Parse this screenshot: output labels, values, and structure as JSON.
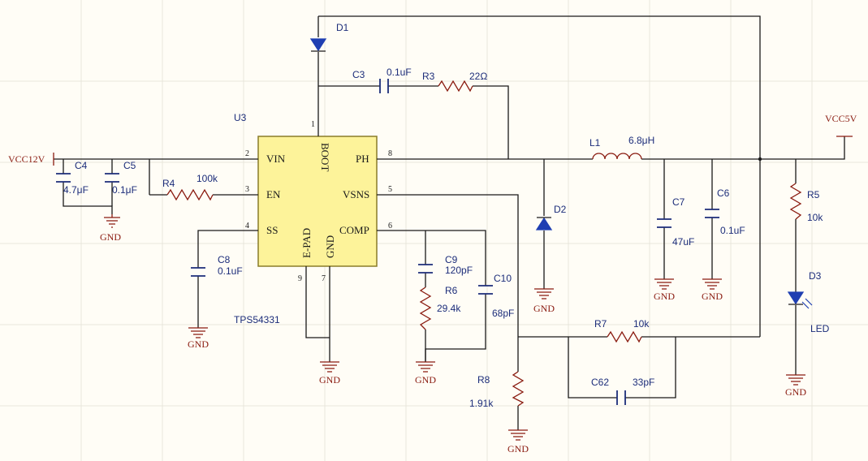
{
  "ic": {
    "ref": "U3",
    "part": "TPS54331",
    "pins": {
      "vin": "VIN",
      "en": "EN",
      "ss": "SS",
      "boot": "BOOT",
      "ph": "PH",
      "vsns": "VSNS",
      "comp": "COMP",
      "epad": "E-PAD",
      "gnd": "GND"
    },
    "pin_numbers": {
      "p1": "1",
      "p2": "2",
      "p3": "3",
      "p4": "4",
      "p5": "5",
      "p6": "6",
      "p7": "7",
      "p8": "8",
      "p9": "9"
    }
  },
  "nets": {
    "vcc12": "VCC12V",
    "vcc5": "VCC5V",
    "gnd": "GND"
  },
  "components": {
    "d1": {
      "ref": "D1"
    },
    "d2": {
      "ref": "D2"
    },
    "d3": {
      "ref": "D3",
      "value": "LED"
    },
    "c3": {
      "ref": "C3",
      "value": "0.1uF"
    },
    "r3": {
      "ref": "R3",
      "value": "22Ω"
    },
    "c4": {
      "ref": "C4",
      "value": "4.7μF"
    },
    "c5": {
      "ref": "C5",
      "value": "0.1μF"
    },
    "r4": {
      "ref": "R4",
      "value": "100k"
    },
    "c8": {
      "ref": "C8",
      "value": "0.1uF"
    },
    "l1": {
      "ref": "L1",
      "value": "6.8μH"
    },
    "c7": {
      "ref": "C7",
      "value": "47uF"
    },
    "c6": {
      "ref": "C6",
      "value": "0.1uF"
    },
    "r5": {
      "ref": "R5",
      "value": "10k"
    },
    "c9": {
      "ref": "C9",
      "value": "120pF"
    },
    "r6": {
      "ref": "R6",
      "value": "29.4k"
    },
    "c10": {
      "ref": "C10",
      "value": "68pF"
    },
    "r7": {
      "ref": "R7",
      "value": "10k"
    },
    "c62": {
      "ref": "C62",
      "value": "33pF"
    },
    "r8": {
      "ref": "R8",
      "value": "1.91k"
    }
  }
}
